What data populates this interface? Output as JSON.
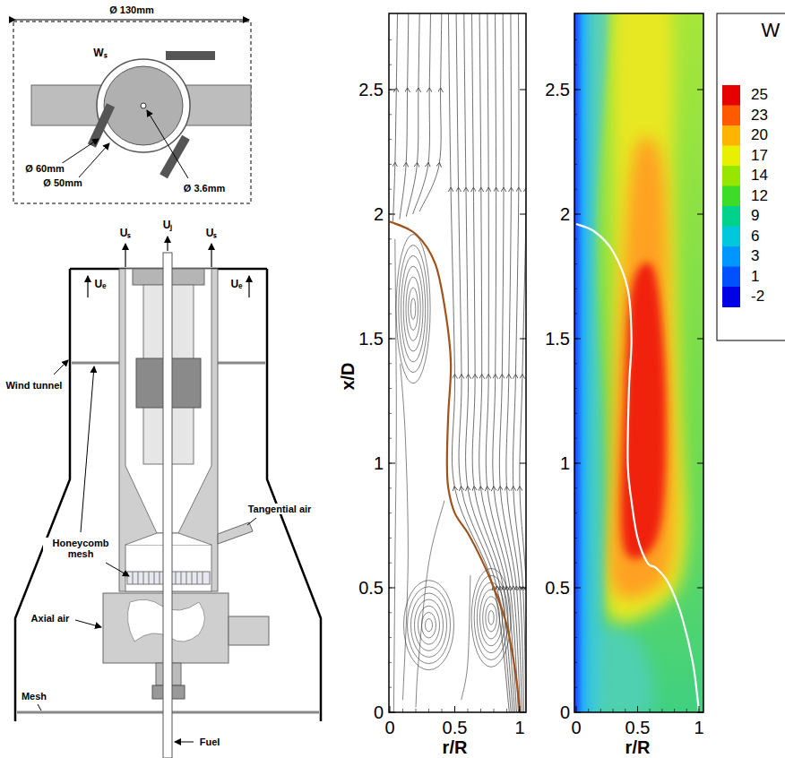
{
  "diagram": {
    "labels": [
      "Ø 130mm",
      "Wₛ",
      "Ø 60mm",
      "Ø 50mm",
      "Ø 3.6mm",
      "Uₛ",
      "Uⱼ",
      "Uₛ",
      "Uₑ",
      "Uₑ",
      "Wind tunnel",
      "Honeycomb mesh",
      "Tangential air",
      "Axial air",
      "Mesh",
      "Fuel",
      "2.5",
      "2",
      "1.5",
      "1",
      "0.5",
      "0",
      "x/D",
      "0",
      "0.5",
      "1",
      "r/R",
      "2.5",
      "2",
      "1.5",
      "1",
      "0.5",
      "0",
      "0",
      "0.5",
      "1",
      "r/R",
      "W"
    ],
    "legend": [
      {
        "text": "25",
        "color": "#e60000"
      },
      {
        "text": "23",
        "color": "#ff5a00"
      },
      {
        "text": "20",
        "color": "#ffb400"
      },
      {
        "text": "17",
        "color": "#e6f000"
      },
      {
        "text": "14",
        "color": "#96e600"
      },
      {
        "text": "12",
        "color": "#3cdc28"
      },
      {
        "text": "9",
        "color": "#00d28c"
      },
      {
        "text": "6",
        "color": "#00c8dc"
      },
      {
        "text": "3",
        "color": "#0096ff"
      },
      {
        "text": "1",
        "color": "#0050ff"
      },
      {
        "text": "-2",
        "color": "#0000e6"
      }
    ]
  }
}
